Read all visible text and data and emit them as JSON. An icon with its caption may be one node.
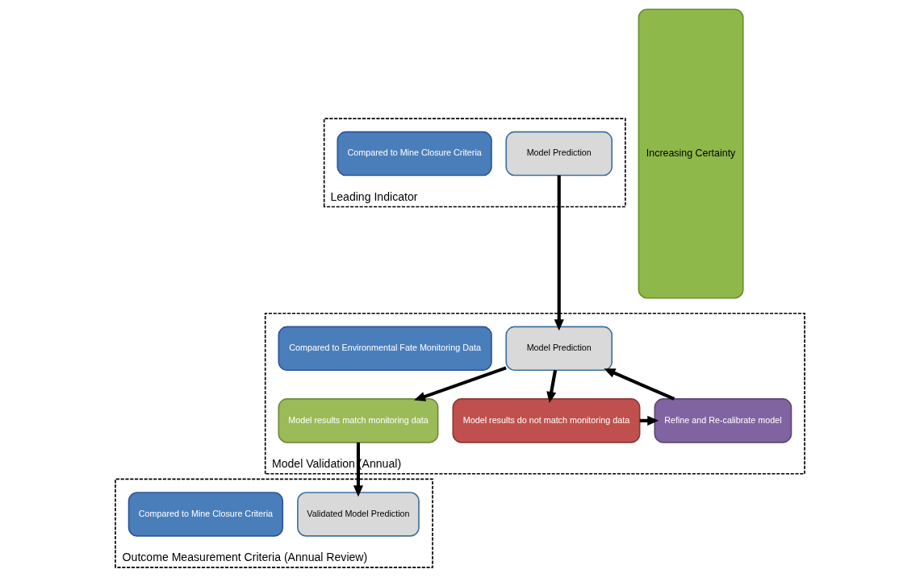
{
  "diagram": {
    "nodes": [
      {
        "text": [
          "Leading Indicator"
        ]
      },
      {
        "text": [
          "Model Prediction"
        ],
        "in": 0
      },
      {
        "text": [
          "Compared to Mine Closure Criteria"
        ],
        "in": 0
      },
      {
        "text": [
          "Model Validation (Annual)"
        ]
      },
      {
        "text": [
          "Model Prediction"
        ],
        "in": 3
      },
      {
        "text": [
          "Compared to Environmental Fate Monitoring Data"
        ],
        "in": 3
      },
      {
        "text": [
          "Model results match monitoring data"
        ],
        "in": 3
      },
      {
        "text": [
          "Model results do not match monitoring data"
        ],
        "in": 3
      },
      {
        "text": [
          "Refine and Re-calibrate model"
        ],
        "in": 3
      },
      {
        "text": [
          "Outcome Measurement Criteria (Annual Review)"
        ]
      },
      {
        "text": [
          "Validated Model Prediction"
        ],
        "in": 9
      },
      {
        "text": [
          "Compared to Mine Closure Criteria"
        ],
        "in": 9
      },
      {
        "text": [
          "Increasing Certainty"
        ]
      }
    ],
    "edges": [
      {
        "from": 1,
        "to": 4,
        "arrow": "to"
      },
      {
        "from": 4,
        "to": 6,
        "arrow": "to"
      },
      {
        "from": 4,
        "to": 7,
        "arrow": "to"
      },
      {
        "from": 7,
        "to": 8,
        "arrow": "to"
      },
      {
        "from": 8,
        "to": 4,
        "arrow": "to"
      },
      {
        "from": 6,
        "to": 10,
        "arrow": "to"
      }
    ]
  }
}
